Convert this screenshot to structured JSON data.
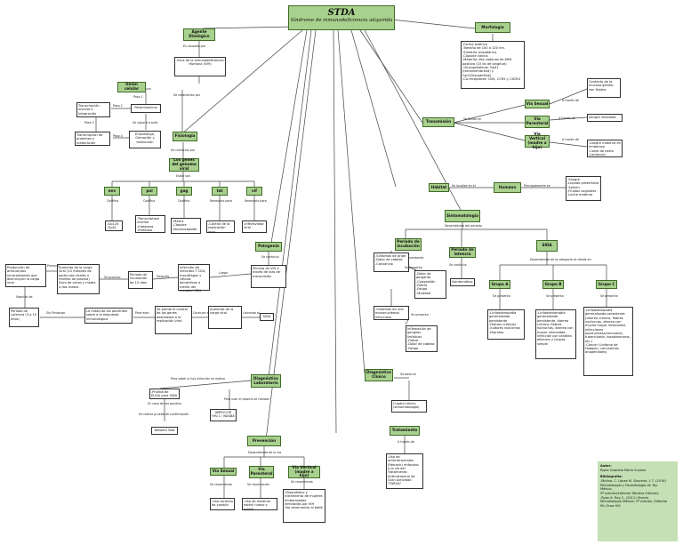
{
  "title": {
    "main": "STDA",
    "sub": "Síndrome de inmunodeficiencia adquirida"
  },
  "nodes": {
    "agente": "Agente Etiológico",
    "virus": "Virus de la Inmunodeficiencia Humana (VIH)",
    "fisiopatologia": "Fisiopatología",
    "morfologia": "Morfología",
    "morf_text": "-Forma esférica\n-Tamaño de 100 a 120 nm.\n-Simetría Icosaédrica.\n-Cápside cónica.\n-Material: dos cadenas de ARN positivo (10 kb de longitud)\n-Glucoproteínas: Gp41 (transmembrana) y Gp120(superficie)\n-Co-receptores: CD4, CCR5 y CXCR4",
    "union": "Unión celular",
    "paramixovirus": "Paramixovirus",
    "transcripcion": "Transcripción inversa e integración",
    "transcripcion_prot": "Transcripción de proteínas y maduración",
    "ensamblaje": "Ensamblaje, Gemación y traducción",
    "fisiologia": "Fisiología",
    "genes": "Los genes del genoma viral",
    "env": "env",
    "pol": "pol",
    "gag": "gag",
    "tat": "tat",
    "vif": "vif",
    "env_d": "-Gp120\n-Gp41",
    "pol_d": "-Transcriptasa inversa\n-Integrasa\n-Proteasa",
    "gag_d": "-Matriz\n-Cápside\n-Nucleocápside",
    "tat_d": "-Control de la replicación viral",
    "vif_d": "-Infectividad viral",
    "patogenia": "Patogenia",
    "elim": "Elimina de VIH a través de vías de transmisión",
    "infeccion": "Infección de linfocitos T CD4, macrófagos y células dendríticas a través del receptor CD4",
    "periodo": "Periodo de incubación de 15 días",
    "aumento": "Aumento de la carga viral (10 millones de partículas virales x mililitro de plasma) Dura de veces y media a dos meses",
    "produccion": "Producción de anticuerpos neutralizantes que disminuyen la carga viral",
    "latencia": "Periodo de Latencia (3 a 10 años)",
    "mitad": "La mitad de los pacientes sobre a la respuesta inmunológica",
    "puede": "Se pierde el control de los genes destinados a la replicación viral",
    "aumento2": "Aumento de la carga viral",
    "sida_out": "SIDA",
    "diag_lab": "Diagnóstico Laboratorio",
    "prueba": "-Prueba de ELISA para SIDA",
    "amplicor": "AMPLICOR HIV-1 / NASBA",
    "western": "Western Blot",
    "prevencion": "Prevención",
    "p_sexual": "Vía Sexual",
    "p_parenteral": "Vía Parenteral",
    "p_vertical": "Vía Vertical (madre a hijo)",
    "p_sexual_d": "-Uso correcto de condón",
    "p_parenteral_d": "-Uso de material estéril nuevo y estéril",
    "p_vertical_d": "-Diagnóstico y tratamiento de mujeres embarazadas infectadas por VIH\n-No amamantar al bebé",
    "transmision": "Transmisión",
    "t_sexual": "Vía Sexual",
    "t_parenteral": "Vía Parenteral",
    "t_vertical": "Vía Vertical (madre a hijo)",
    "t_sexual_d": "Contacto de la mucosa genital con fluidos",
    "t_parenteral_d": "Sangre infectada",
    "t_vertical_d": "-Sangre materna en embarazo\n-Canal de parto\n-Lactancia",
    "habitat": "Hábitat",
    "humano": "Humano",
    "humano_d": "-Sangre\n-Líquido preseminal\n-Semen\n-Fluidos vaginales\n-Leche materna",
    "sintomatologia": "Sintomatología",
    "incubacion": "Periodo de incubación",
    "latencia2": "Periodo de latencia",
    "asintomatico": "Asintomático",
    "sintomas_gripe": "-Síntomas de gripe\n-Dolor de cabeza\n-Cansancio",
    "gripe_d": "-Dolor de garganta\n-Congestión\n-Fiebre\n-Fatiga\n-Malestar",
    "sistemas": "-Síntomas de una mononucleosis infecciosa",
    "inflamacion": "Inflamación de ganglios linfáticos\n-Fiebre\n-Dolor de cabeza\n-Fatiga",
    "diag_clin": "Diagnóstico Clínico",
    "cuadro": "Cuadro clínico (sintomatología)",
    "sida": "SIDA",
    "grupo_a": "Grupo A",
    "grupo_b": "Grupo B",
    "grupo_c": "Grupo C",
    "grupo_a_d": "-Linfoadenopatía generalizada persistente\n-Fiebres crónicas\n-Sudores nocturnos\n-Diarreas",
    "grupo_b_d": "-Linfoadenomatía generalizada persistente, diarrea crónica, fiebres nocturnas, diarrea con mayor intensidad, infección por candida albicans y herpes simple",
    "grupo_c_d": "-Linfoadenopatía generalizada persistente (diarrea crónica, fiebres nocturnas, diarrea con mucha mayor intensidad, infecciones oportunistas/neumonía, tuberculosis, toxoplasmosis, etc.)\n-Cáncer (Linfoma de Hodgkin, carcinomas anogenitales)",
    "tratamiento": "Tratamiento",
    "tratamiento_d": "-Uso de antirretrovirales (Retrovir) enfocado a la vía del Tratamiento Antirretroviral de Gran Actividad \"TARGA\""
  },
  "labels": {
    "l_causado": "Es causado por",
    "l_caracterizado": "Se caracteriza por",
    "l_paso1": "Paso 1",
    "l_paso2": "Paso 2",
    "l_paso3": "Paso 3",
    "l_paso4": "Paso 4",
    "l_seguido": "Se sigue a través",
    "l_conforma": "Se conforma por",
    "l_estan": "Están son",
    "l_codifica1": "Codifica",
    "l_codifica2": "Codifica",
    "l_codifica3": "Codifica",
    "l_necesario1": "Necesario para",
    "l_necesario2": "Necesario para",
    "l_continua": "Se continúa",
    "l_luego": "Luego",
    "l_despues": "Después",
    "l_produce": "Se produce",
    "l_provoca": "Provoca",
    "l_sin_embargo": "Sin Embargo",
    "l_para_esto": "Para esto",
    "l_evita": "Evita",
    "l_conduce": "Conduce a",
    "l_llevando": "Llevando al",
    "l_hay_tiempo": "Para saber si hay infección se realiza",
    "l_para_usar": "Para usar el plasma se realizan",
    "l_en_caso": "En caso de ser positivo",
    "l_confirmarlo": "Se realiza prueba de confirmación",
    "l_dependiendo": "Dependiendo de la vía",
    "l_recomienda1": "Se recomienda",
    "l_recomienda2": "Se recomienda",
    "l_recomienda3": "Se recomienda",
    "l_medio": "Se divide en",
    "l_a_traves": "A través de",
    "l_a_traves2": "A través de",
    "l_localiza": "Se localiza en el",
    "l_principalmente": "Principalmente en",
    "l_depende": "Dependiendo del periodo",
    "l_se_produce": "Se produce presentando",
    "l_se_produce2": "Se presenta",
    "l_dependiendo_grupo": "Dependiendo de la categoría se divide en",
    "l_presenta_a": "Se presenta",
    "l_presenta_b": "Se presenta",
    "l_presenta_c": "Se presenta",
    "l_se_basa": "Se basa en",
    "l_a_traves3": "A través de",
    "l_followed": "Se presenta",
    "l_seguido2": "Seguido de"
  },
  "author": {
    "h1": "Autor:",
    "name": "Rojas Gabriela María Susana",
    "h2": "Bibliografía:",
    "b1": "-Molina, C. López M. Sánchez, J. T. (2016)",
    "b2": "Microbiología y Parasitología de Tay.",
    "b3": "México,",
    "b4": "5ª edición(Editorial Méndez Editores.",
    "b5": "-Ryan K. Ray C. (2011) Sherris",
    "b6": "Microbiología Médica, 5ª edición, Editorial",
    "b7": "Mc Graw Hill"
  },
  "colors": {
    "node_fill": "#a9d18e",
    "node_border": "#3f6b27",
    "author_fill": "#c5e0b4"
  }
}
